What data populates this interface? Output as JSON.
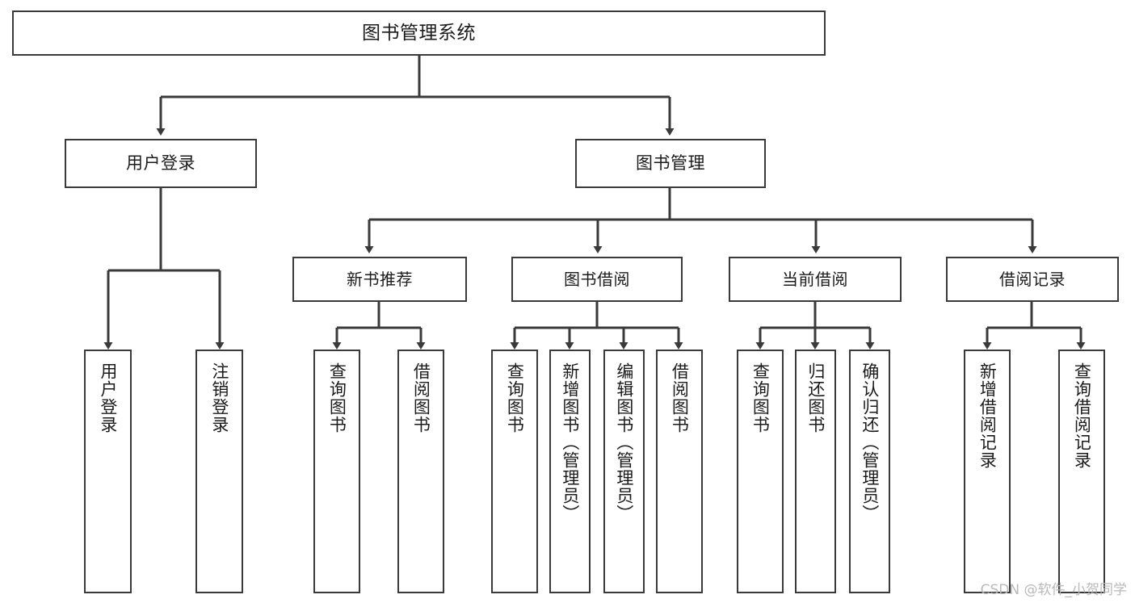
{
  "diagram": {
    "title": "图书管理系统",
    "type": "tree-hierarchy-chart",
    "watermark": "CSDN @软件_小贺同学",
    "line_color": "#3a3a3a",
    "box_fill": "#ffffff",
    "text_color": "#1b1b1b",
    "watermark_color": "#b9b9b9"
  },
  "nodes": {
    "root": {
      "label": "图书管理系统"
    },
    "level1": [
      {
        "label": "用户登录"
      },
      {
        "label": "图书管理"
      }
    ],
    "level2": [
      {
        "label": "新书推荐"
      },
      {
        "label": "图书借阅"
      },
      {
        "label": "当前借阅"
      },
      {
        "label": "借阅记录"
      }
    ],
    "leaves": {
      "user_login": [
        {
          "label": "用户登录"
        },
        {
          "label": "注销登录"
        }
      ],
      "new_book_recommend": [
        {
          "label": "查询图书"
        },
        {
          "label": "借阅图书"
        }
      ],
      "book_borrow": [
        {
          "label": "查询图书"
        },
        {
          "label": "新增图书（管理员）"
        },
        {
          "label": "编辑图书（管理员）"
        },
        {
          "label": "借阅图书"
        }
      ],
      "current_borrow": [
        {
          "label": "查询图书"
        },
        {
          "label": "归还图书"
        },
        {
          "label": "确认归还（管理员）"
        }
      ],
      "borrow_record": [
        {
          "label": "新增借阅记录"
        },
        {
          "label": "查询借阅记录"
        }
      ]
    }
  }
}
